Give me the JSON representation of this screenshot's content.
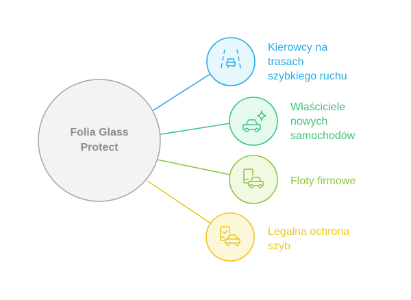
{
  "diagram": {
    "type": "mind-map",
    "center": {
      "line1": "Folia Glass",
      "line2": "Protect",
      "fill": "#f3f3f3",
      "stroke": "#a8a8a8",
      "text_color": "#8e8e8e"
    },
    "branches": [
      {
        "id": "highway-drivers",
        "lines": [
          "Kierowcy na",
          "trasach",
          "szybkiego ruchu"
        ],
        "icon": "highway-car-icon",
        "color": "#29abe2",
        "fill": "#e6f7fd"
      },
      {
        "id": "new-car-owners",
        "lines": [
          "Właściciele",
          "nowych",
          "samochodów"
        ],
        "icon": "sparkle-car-icon",
        "color": "#3cc47c",
        "fill": "#e6f9ef"
      },
      {
        "id": "company-fleets",
        "lines": [
          "Floty firmowe"
        ],
        "icon": "phone-car-icon",
        "color": "#8cc63f",
        "fill": "#f1f9e3"
      },
      {
        "id": "legal-glass-protection",
        "lines": [
          "Legalna ochrona",
          "szyb"
        ],
        "icon": "checked-document-car-icon",
        "color": "#e8c81e",
        "fill": "#fcf7d9"
      }
    ]
  }
}
